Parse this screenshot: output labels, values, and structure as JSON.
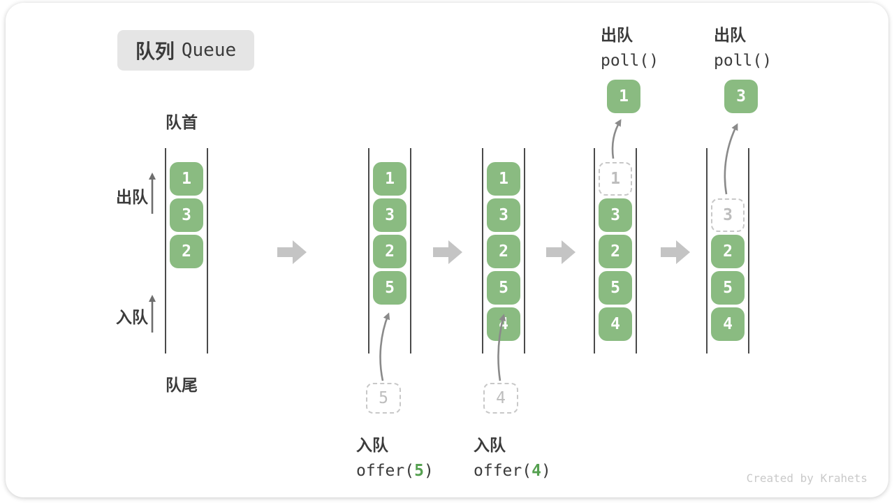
{
  "title": {
    "zh": "队列",
    "en": "Queue"
  },
  "side_labels": {
    "front": "队首",
    "rear": "队尾",
    "dequeue": "出队",
    "enqueue": "入队"
  },
  "queues": [
    {
      "name": "state-initial",
      "cells": [
        {
          "row": 0,
          "value": "1",
          "type": "filled"
        },
        {
          "row": 1,
          "value": "3",
          "type": "filled"
        },
        {
          "row": 2,
          "value": "2",
          "type": "filled"
        }
      ]
    },
    {
      "name": "state-after-offer-5",
      "cells": [
        {
          "row": 0,
          "value": "1",
          "type": "filled"
        },
        {
          "row": 1,
          "value": "3",
          "type": "filled"
        },
        {
          "row": 2,
          "value": "2",
          "type": "filled"
        },
        {
          "row": 3,
          "value": "5",
          "type": "filled"
        }
      ],
      "pending": "5",
      "op": {
        "label": "入队",
        "code_pre": "offer(",
        "code_arg": "5",
        "code_post": ")"
      }
    },
    {
      "name": "state-after-offer-4",
      "cells": [
        {
          "row": 0,
          "value": "1",
          "type": "filled"
        },
        {
          "row": 1,
          "value": "3",
          "type": "filled"
        },
        {
          "row": 2,
          "value": "2",
          "type": "filled"
        },
        {
          "row": 3,
          "value": "5",
          "type": "filled"
        },
        {
          "row": 4,
          "value": "4",
          "type": "filled"
        }
      ],
      "pending": "4",
      "op": {
        "label": "入队",
        "code_pre": "offer(",
        "code_arg": "4",
        "code_post": ")"
      }
    },
    {
      "name": "state-after-poll-1",
      "cells": [
        {
          "row": 0,
          "value": "1",
          "type": "removed"
        },
        {
          "row": 1,
          "value": "3",
          "type": "filled"
        },
        {
          "row": 2,
          "value": "2",
          "type": "filled"
        },
        {
          "row": 3,
          "value": "5",
          "type": "filled"
        },
        {
          "row": 4,
          "value": "4",
          "type": "filled"
        }
      ],
      "popped": "1",
      "op": {
        "label": "出队",
        "code_pre": "poll()",
        "code_arg": "",
        "code_post": ""
      }
    },
    {
      "name": "state-after-poll-3",
      "cells": [
        {
          "row": 1,
          "value": "3",
          "type": "removed"
        },
        {
          "row": 2,
          "value": "2",
          "type": "filled"
        },
        {
          "row": 3,
          "value": "5",
          "type": "filled"
        },
        {
          "row": 4,
          "value": "4",
          "type": "filled"
        }
      ],
      "popped": "3",
      "op": {
        "label": "出队",
        "code_pre": "poll()",
        "code_arg": "",
        "code_post": ""
      }
    }
  ],
  "watermark": "Created by Krahets",
  "colors": {
    "box_fill": "#8abb81",
    "box_text": "#ffffff",
    "removed_border": "#c8c8c8",
    "removed_text": "#bdbdbd",
    "code_accent": "#55a050",
    "block_arrow": "#c4c4c4",
    "column_line": "#4a4a4a",
    "flow_arrow": "#8a8a8a",
    "side_arrow": "#6e6e6e",
    "label_text": "#3b3b3b",
    "badge_bg": "#e5e5e5",
    "watermark_text": "#c9c9c9"
  }
}
